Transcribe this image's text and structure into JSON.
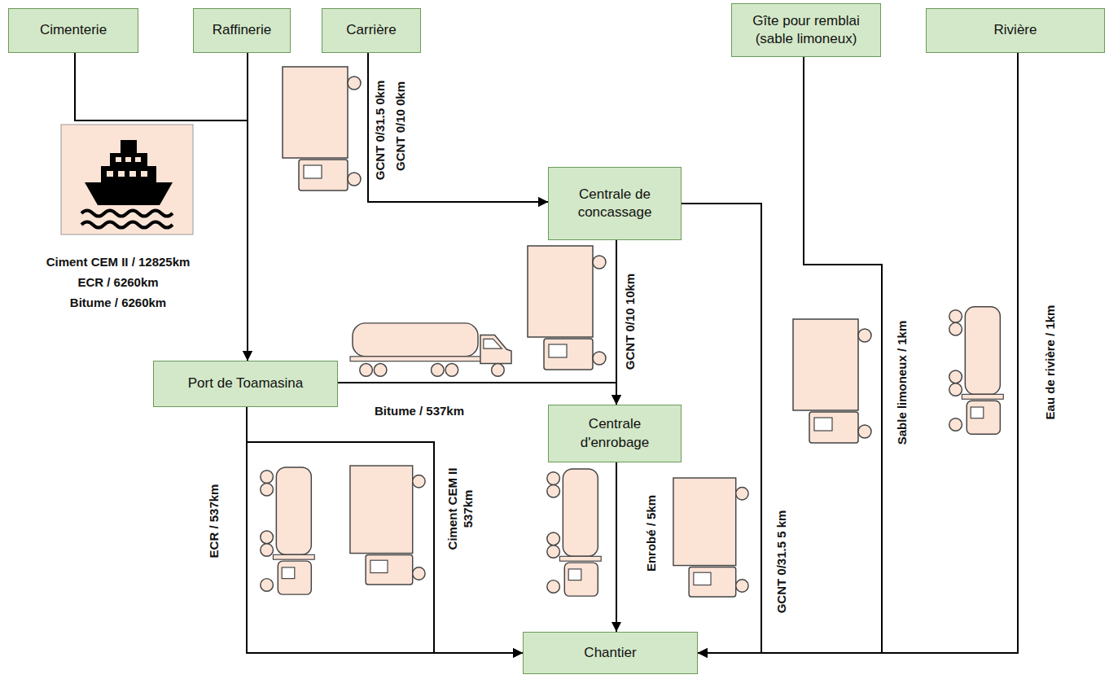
{
  "diagram": {
    "nodes": [
      {
        "text": [
          "Cimenterie"
        ]
      },
      {
        "text": [
          "Raffinerie"
        ]
      },
      {
        "text": [
          "Carrière"
        ]
      },
      {
        "text": [
          "Gîte pour remblai (sable limoneux)"
        ]
      },
      {
        "text": [
          "Rivière"
        ]
      },
      {
        "text": [
          "Centrale de concassage"
        ]
      },
      {
        "text": [
          "Port de Toamasina"
        ]
      },
      {
        "text": [
          "Centrale d'enrobage"
        ]
      },
      {
        "text": [
          "Chantier"
        ]
      }
    ],
    "edges": [
      {
        "from": 0,
        "to": 6,
        "arrow": "to"
      },
      {
        "from": 1,
        "to": 6,
        "arrow": "to"
      },
      {
        "from": 2,
        "to": 5,
        "label": "GCNT 0/31.5 0km",
        "arrow": "to"
      },
      {
        "from": 2,
        "to": 5,
        "label": "GCNT 0/10 0km",
        "arrow": "to"
      },
      {
        "from": 5,
        "to": 7,
        "label": "GCNT 0/10 10km",
        "arrow": "to"
      },
      {
        "from": 6,
        "to": 7,
        "label": "Bitume / 537km",
        "arrow": "to"
      },
      {
        "from": 6,
        "to": 8,
        "label": "ECR / 537km",
        "arrow": "to"
      },
      {
        "from": 6,
        "to": 8,
        "label": "Ciment CEM II 537km",
        "arrow": "to"
      },
      {
        "from": 7,
        "to": 8,
        "label": "Enrobé / 5km",
        "arrow": "to"
      },
      {
        "from": 5,
        "to": 8,
        "label": "GCNT 0/31.5 5 km",
        "arrow": "to"
      },
      {
        "from": 3,
        "to": 8,
        "label": "Sable limoneux / 1km",
        "arrow": "to"
      },
      {
        "from": 4,
        "to": 8,
        "label": "Eau de rivière / 1km",
        "arrow": "to"
      }
    ],
    "labels": [
      "Ciment CEM II / 12825km",
      "ECR / 6260km",
      "Bitume / 6260km"
    ]
  }
}
